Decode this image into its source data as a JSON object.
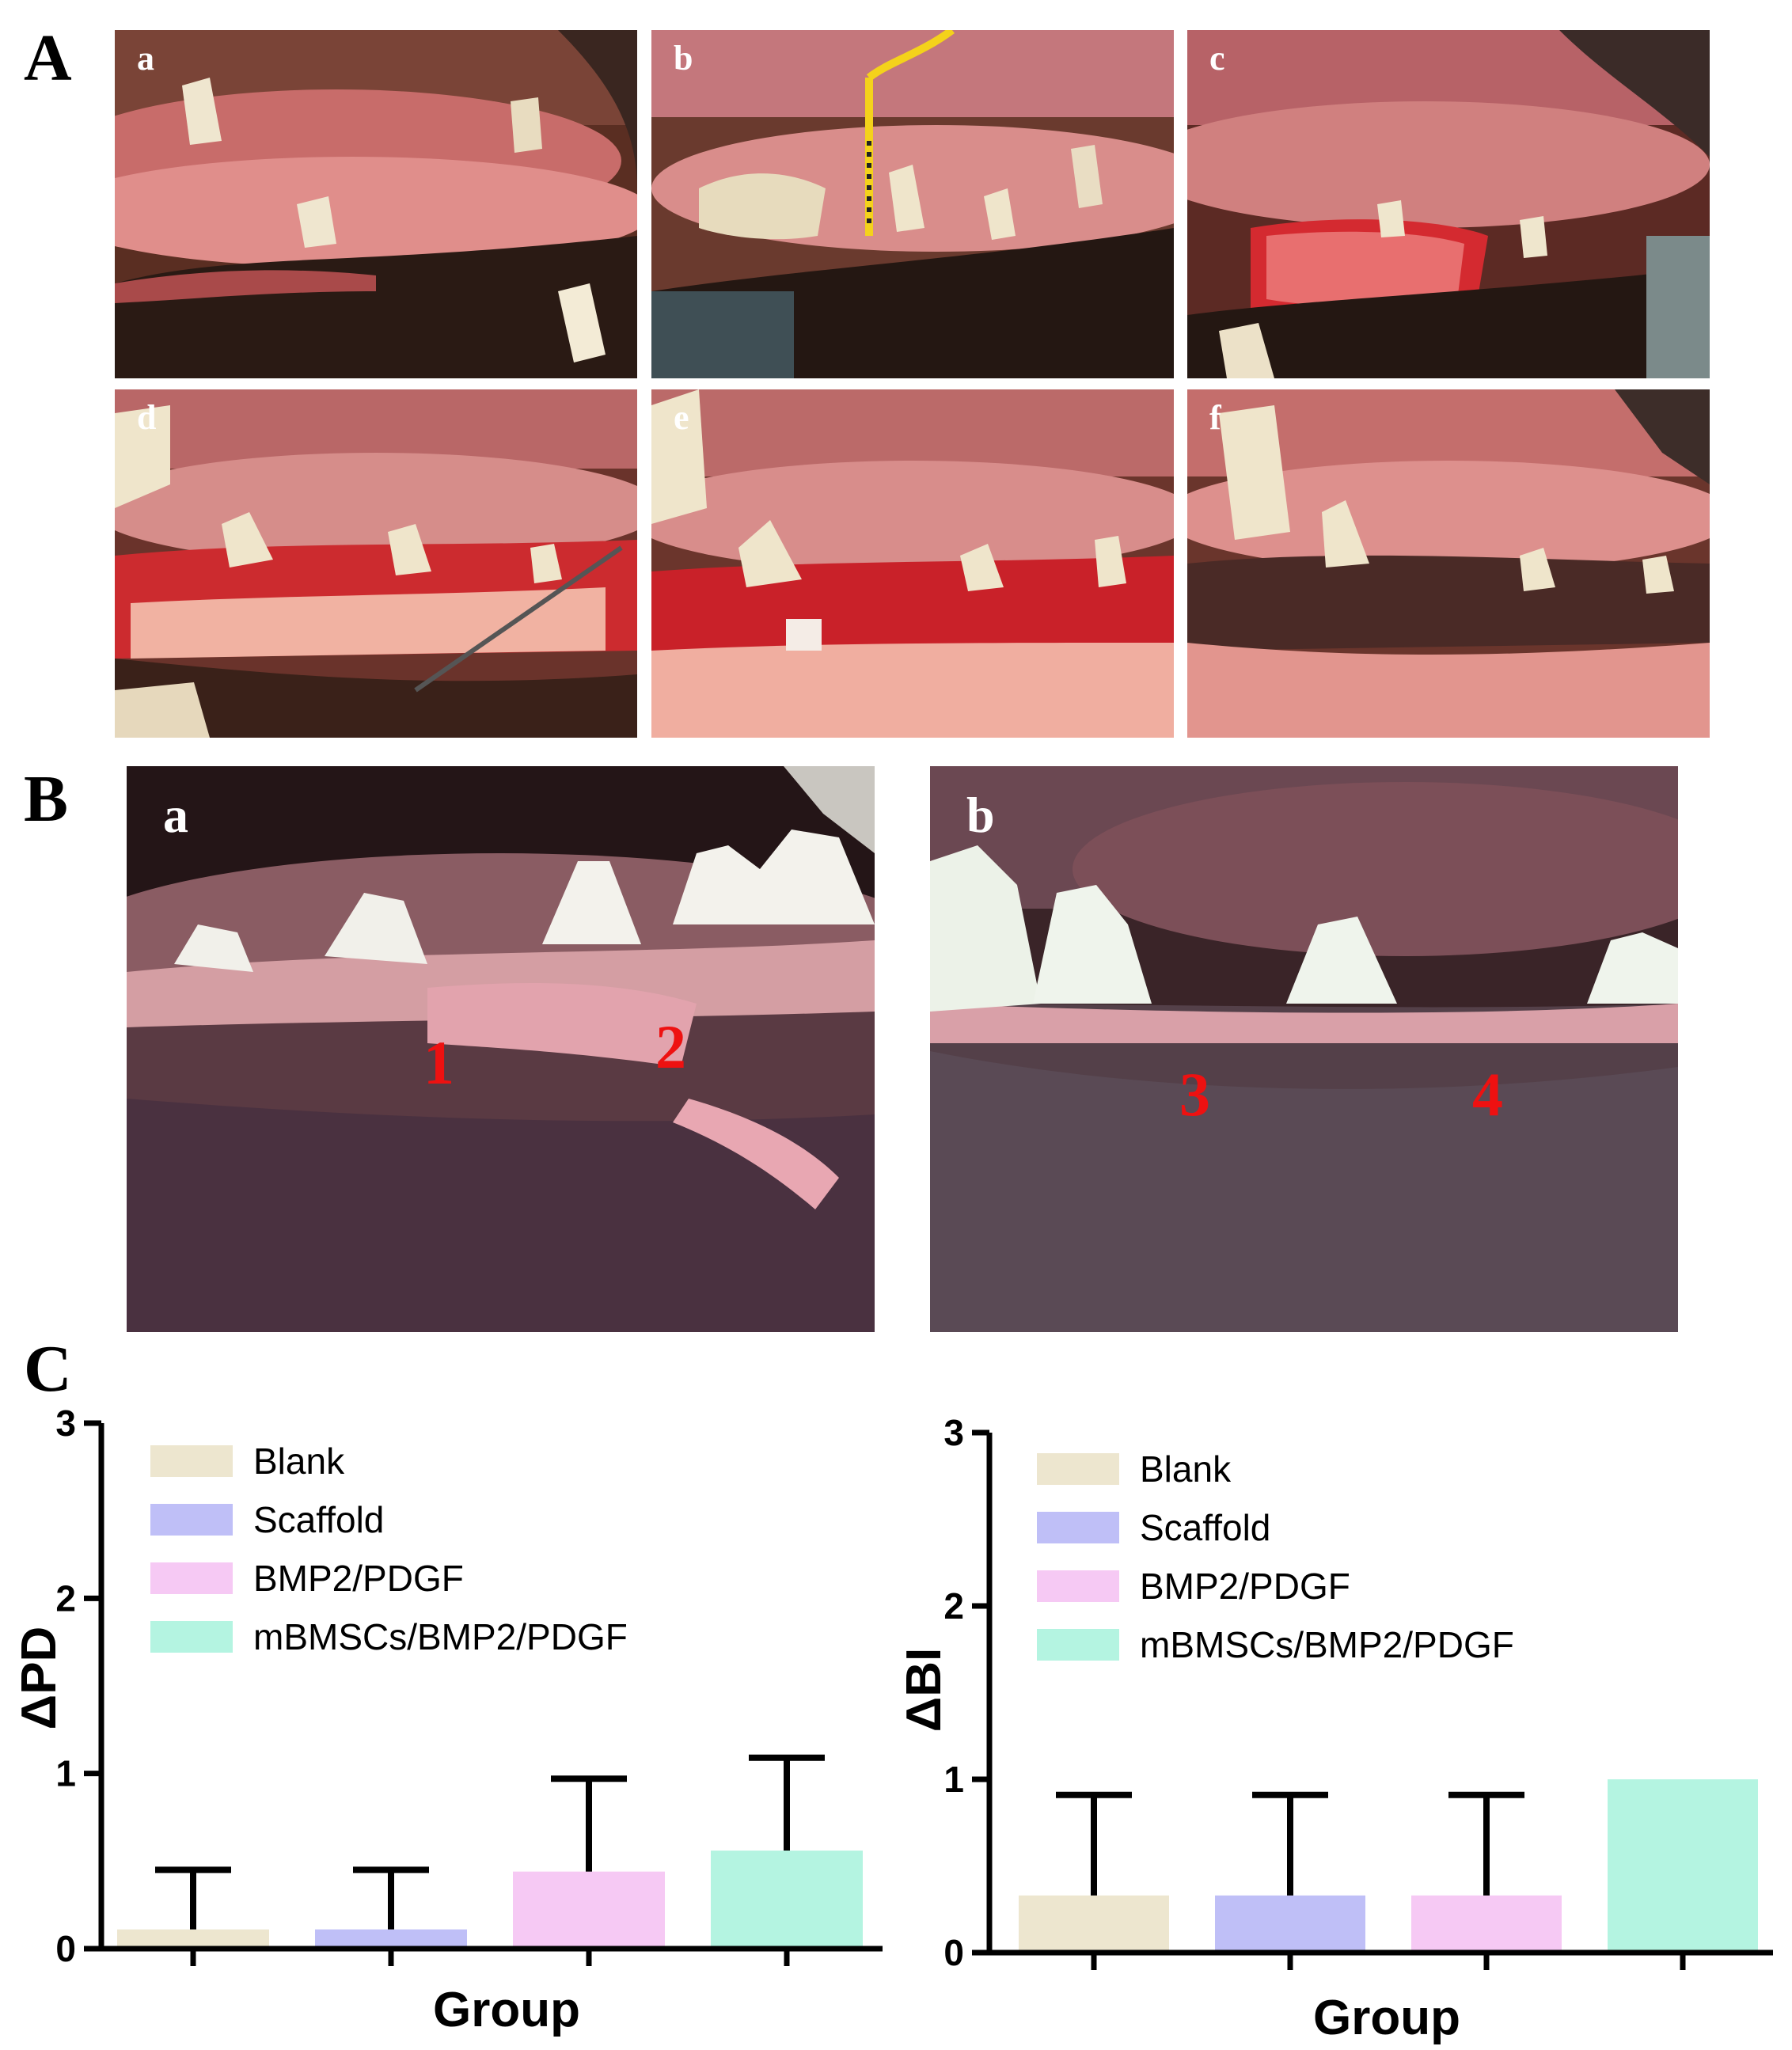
{
  "panels": {
    "A": {
      "label": "A",
      "photos": [
        "a",
        "b",
        "c",
        "d",
        "e",
        "f"
      ]
    },
    "B": {
      "label": "B",
      "photos": [
        "a",
        "b"
      ],
      "site_numbers": [
        "1",
        "2",
        "3",
        "4"
      ]
    },
    "C": {
      "label": "C"
    }
  },
  "colors": {
    "Blank": "#ede6cf",
    "Scaffold": "#bfbff7",
    "BMP2/PDGF": "#f6c9f4",
    "mBMSCs/BMP2/PDGF": "#b4f4e1"
  },
  "chart_data": [
    {
      "type": "bar",
      "ylabel": "ΔPD",
      "xlabel": "Group",
      "ylim": [
        0,
        3
      ],
      "yticks": [
        "0",
        "1",
        "2",
        "3"
      ],
      "legend_position": "top-left",
      "series": [
        {
          "name": "Blank",
          "value": 0.11,
          "error": 0.34
        },
        {
          "name": "Scaffold",
          "value": 0.11,
          "error": 0.34
        },
        {
          "name": "BMP2/PDGF",
          "value": 0.44,
          "error": 0.53
        },
        {
          "name": "mBMSCs/BMP2/PDGF",
          "value": 0.56,
          "error": 0.53
        }
      ]
    },
    {
      "type": "bar",
      "ylabel": "ΔBI",
      "xlabel": "Group",
      "ylim": [
        0,
        3
      ],
      "yticks": [
        "0",
        "1",
        "2",
        "3"
      ],
      "legend_position": "top-left",
      "series": [
        {
          "name": "Blank",
          "value": 0.33,
          "error": 0.58
        },
        {
          "name": "Scaffold",
          "value": 0.33,
          "error": 0.58
        },
        {
          "name": "BMP2/PDGF",
          "value": 0.33,
          "error": 0.58
        },
        {
          "name": "mBMSCs/BMP2/PDGF",
          "value": 1.0,
          "error": 0
        }
      ]
    }
  ]
}
